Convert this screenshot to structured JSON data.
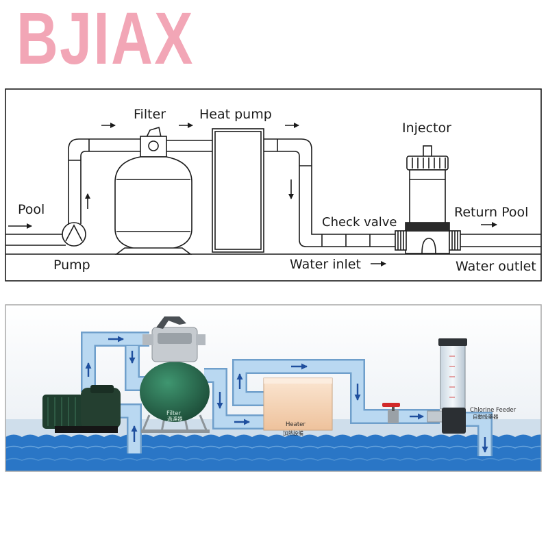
{
  "brand": {
    "logo_text": "BJIAX",
    "color": "#f2a6b6"
  },
  "top_diagram": {
    "labels": {
      "filter": "Filter",
      "heat_pump": "Heat pump",
      "injector": "Injector",
      "pool": "Pool",
      "pump": "Pump",
      "check_valve": "Check valve",
      "return_pool": "Return Pool",
      "water_inlet": "Water inlet",
      "water_outlet": "Water outlet"
    }
  },
  "bottom_diagram": {
    "labels": {
      "filter": "Filter",
      "filter_cn": "過濾器",
      "heater": "Heater",
      "heater_cn": "加熱設備",
      "chlorine_feeder": "Chlorine Feeder",
      "chlorine_feeder_cn": "自動投藥器"
    },
    "colors": {
      "pipe": "#b9d8f1",
      "flow_arrow": "#1f4f9e",
      "water": "#2a76c6",
      "filter_tank": "#2f7a58",
      "heater": "#f4d3b3",
      "valve_handle": "#d12a2a"
    }
  }
}
